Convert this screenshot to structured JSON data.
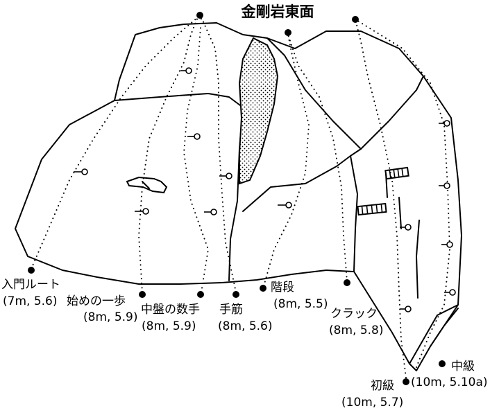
{
  "title": "金剛岩東面",
  "routes": [
    {
      "id": "r1",
      "name": "入門ルート",
      "info": "(7m, 5.6)"
    },
    {
      "id": "r2",
      "name": "始めの一歩",
      "info": "(8m, 5.9)"
    },
    {
      "id": "r3",
      "name": "中盤の数手",
      "info": "(8m, 5.9)"
    },
    {
      "id": "r4",
      "name": "手筋",
      "info": "(8m, 5.6)"
    },
    {
      "id": "r5",
      "name": "階段",
      "info": "(8m, 5.5)"
    },
    {
      "id": "r6",
      "name": "クラック",
      "info": "(8m, 5.8)"
    },
    {
      "id": "r7",
      "name": "初級",
      "info": "(10m, 5.7)"
    },
    {
      "id": "r8",
      "name": "中級",
      "info": "(10m, 5.10a)"
    }
  ]
}
